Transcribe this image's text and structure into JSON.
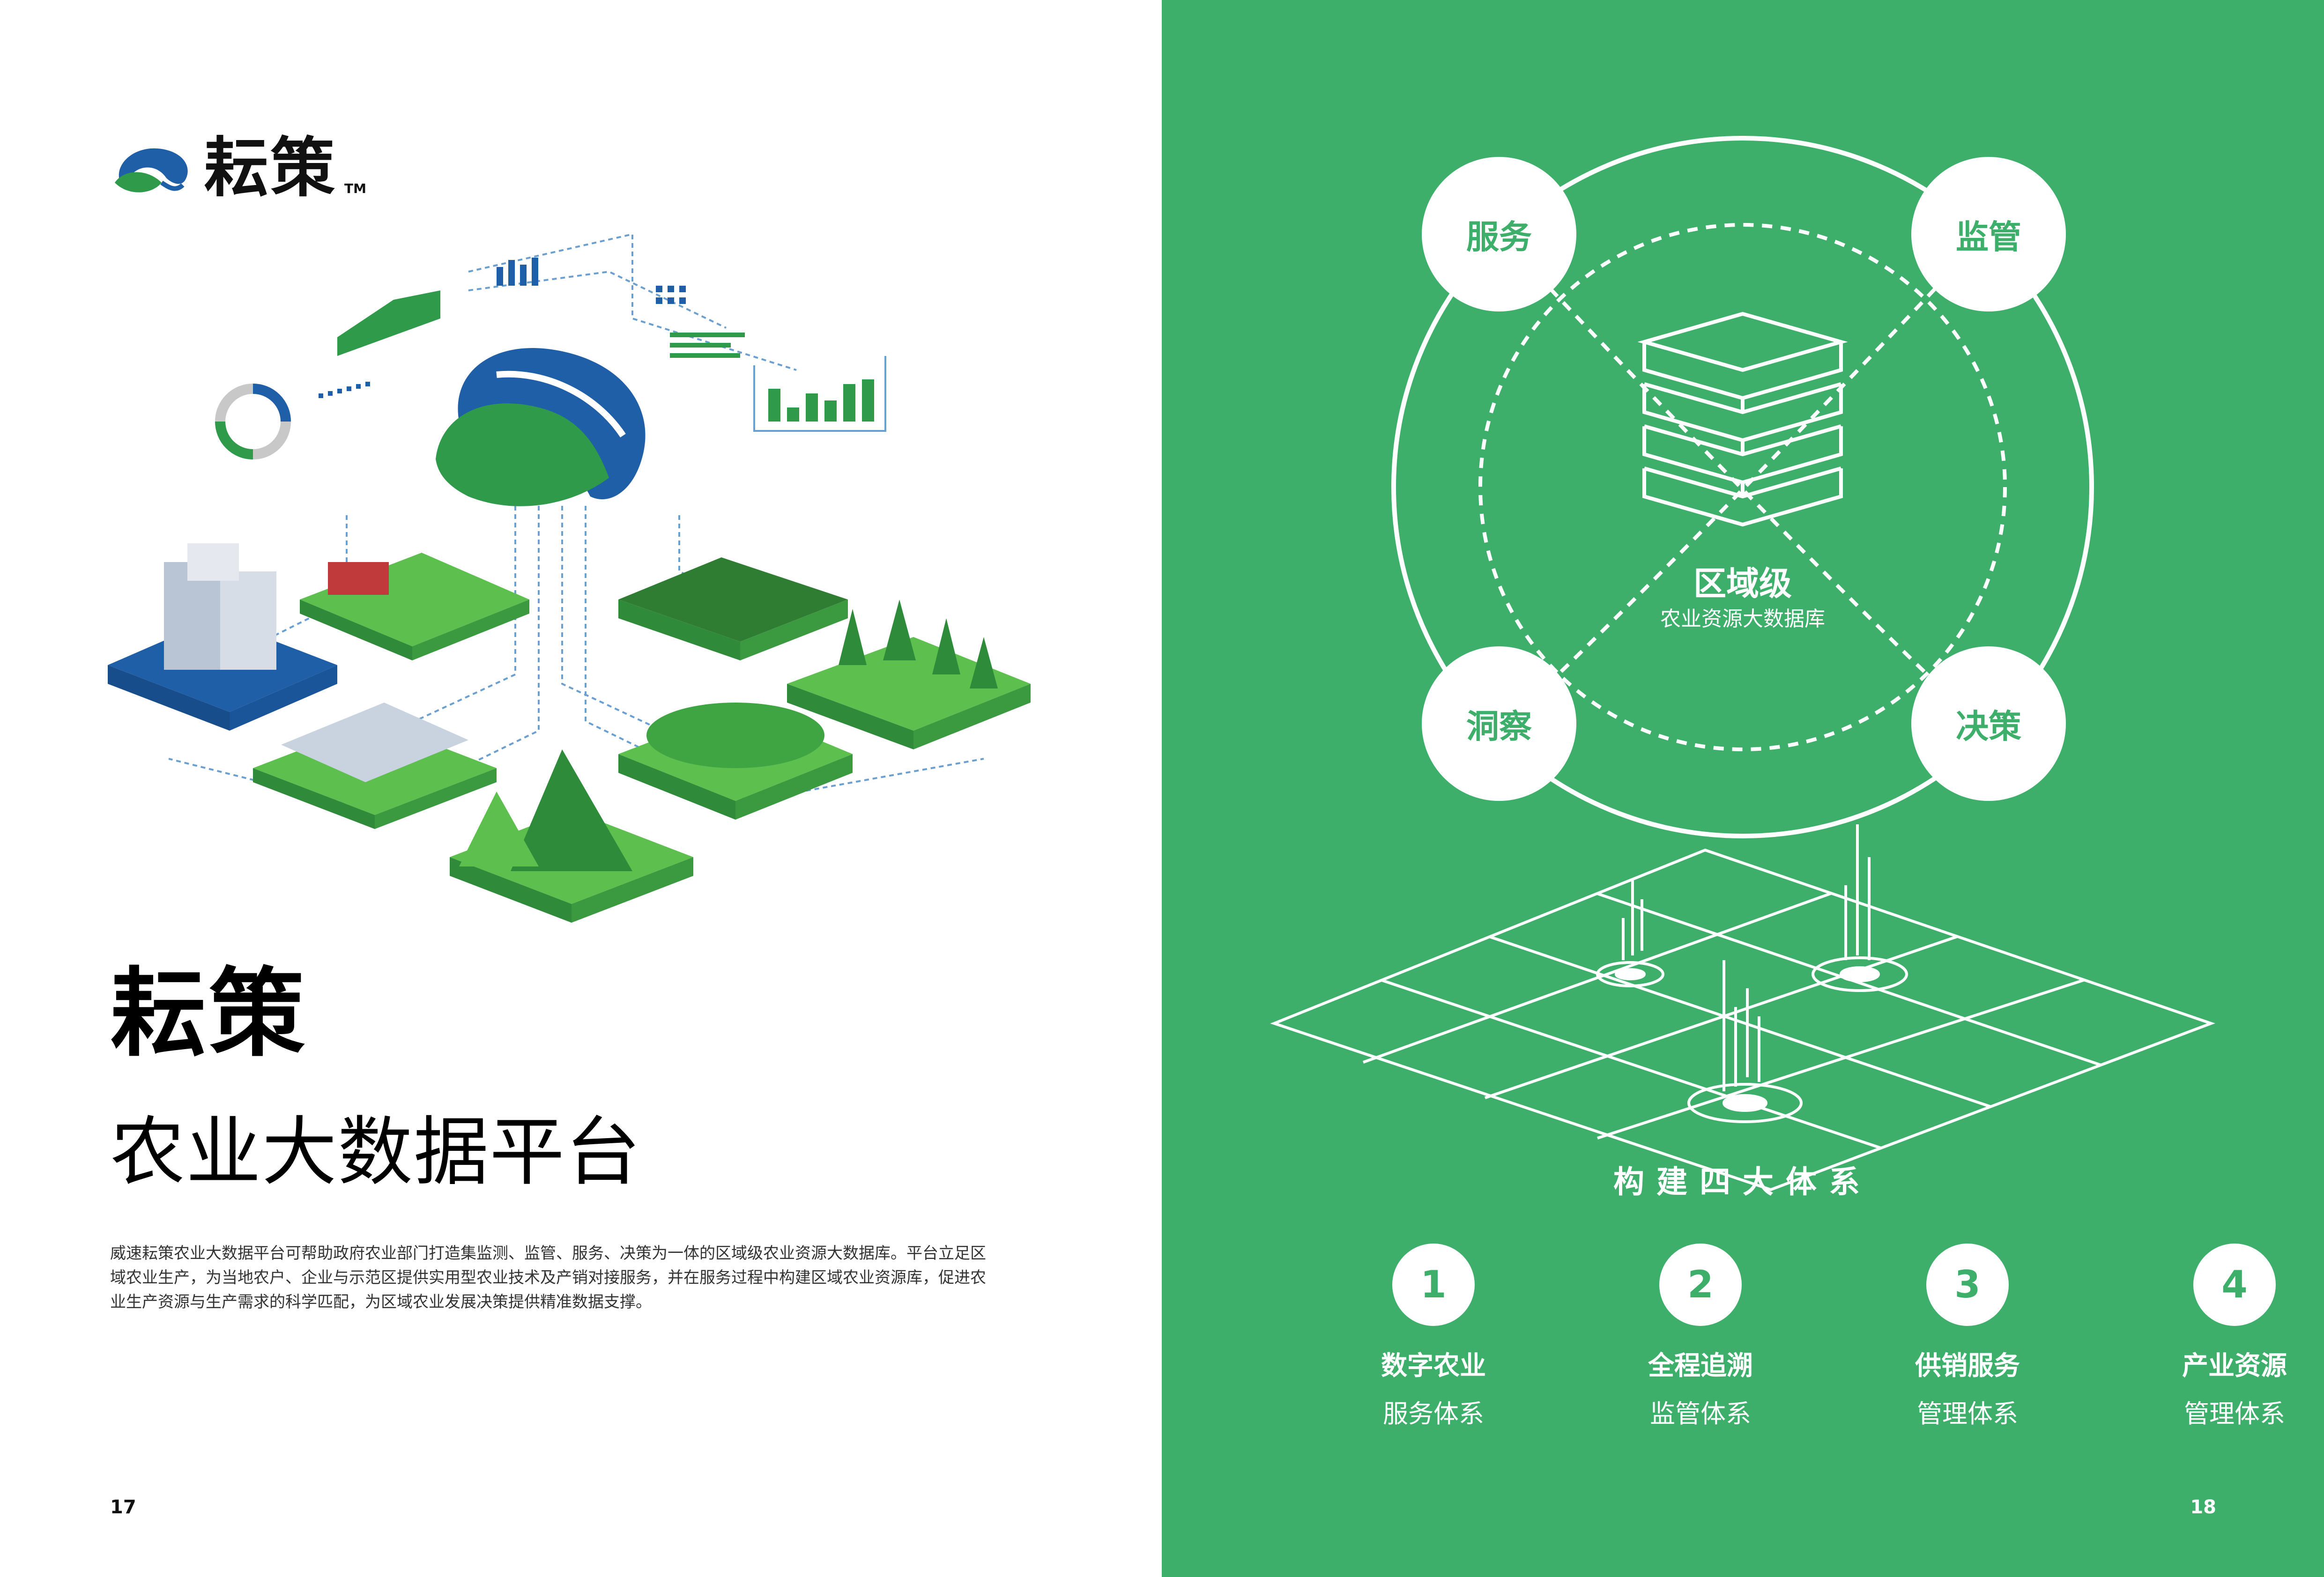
{
  "brand": {
    "name": "耘策",
    "tm": "TM"
  },
  "left_page": {
    "title": "耘策",
    "subtitle": "农业大数据平台",
    "paragraph": "威速耘策农业大数据平台可帮助政府农业部门打造集监测、监管、服务、决策为一体的区域级农业资源大数据库。平台立足区域农业生产，为当地农户、企业与示范区提供实用型农业技术及产销对接服务，并在服务过程中构建区域农业资源库，促进农业生产资源与生产需求的科学匹配，为区域农业发展决策提供精准数据支撑。",
    "page_number": "17"
  },
  "right_page": {
    "nodes": {
      "top_left": "服务",
      "top_right": "监管",
      "bottom_left": "洞察",
      "bottom_right": "决策"
    },
    "center": {
      "title": "区域级",
      "subtitle": "农业资源大数据库"
    },
    "systems_title": "构建四大体系",
    "systems": [
      {
        "num": "1",
        "line1": "数字农业",
        "line2": "服务体系"
      },
      {
        "num": "2",
        "line1": "全程追溯",
        "line2": "监管体系"
      },
      {
        "num": "3",
        "line1": "供销服务",
        "line2": "管理体系"
      },
      {
        "num": "4",
        "line1": "产业资源",
        "line2": "管理体系"
      }
    ],
    "page_number": "18"
  },
  "colors": {
    "green": "#3daf6b",
    "blue": "#1f5fa8",
    "leaf_green": "#2e9a4a"
  }
}
